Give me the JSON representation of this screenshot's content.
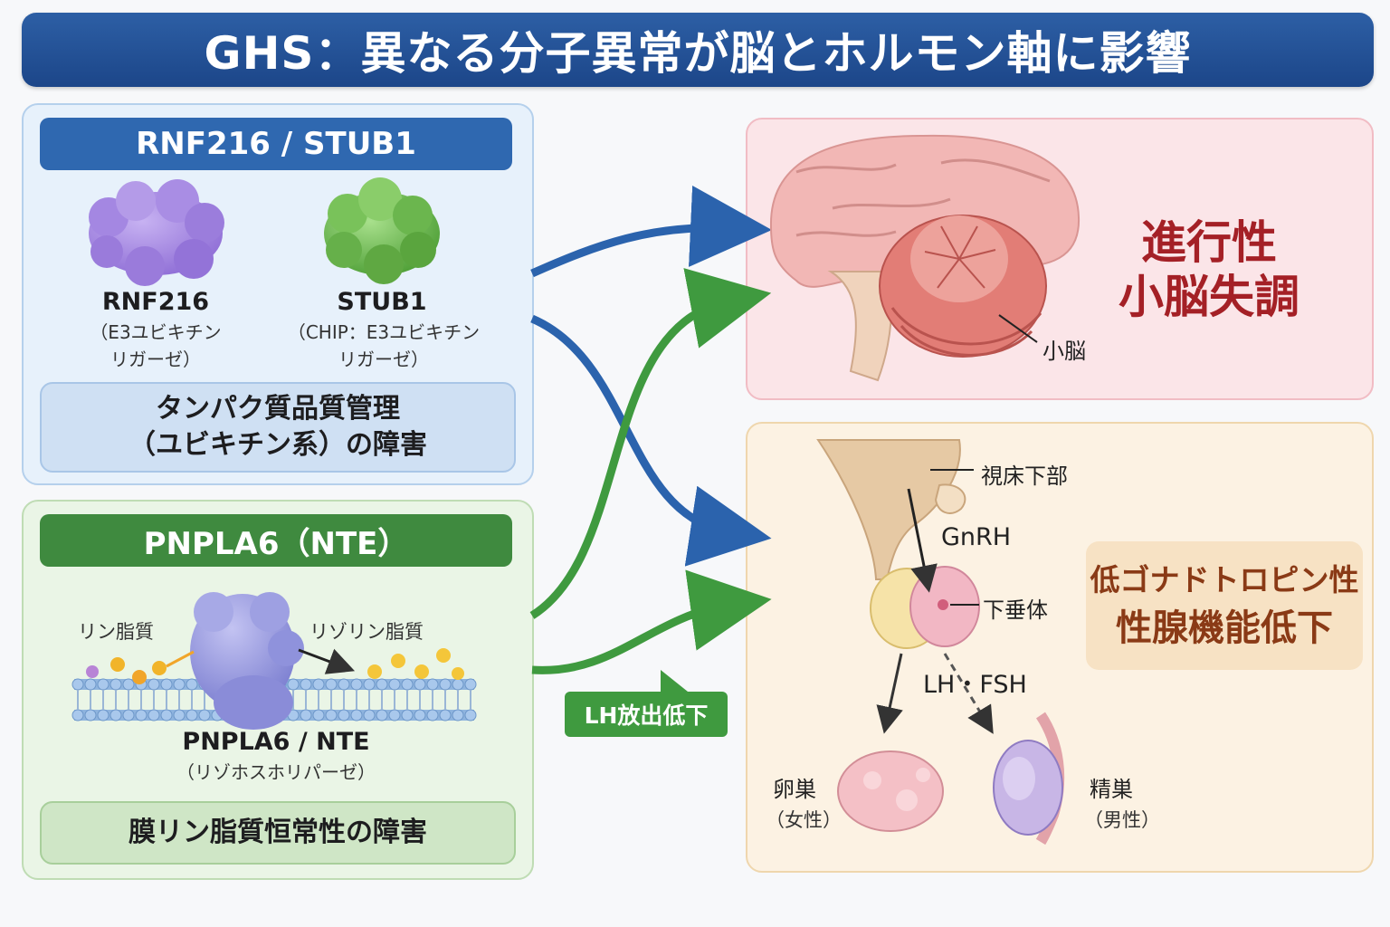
{
  "title": "GHS：異なる分子異常が脳とホルモン軸に影響",
  "ubiquitin_panel": {
    "header": "RNF216 / STUB1",
    "proteins": [
      {
        "name": "RNF216",
        "desc_line1": "（E3ユビキチン",
        "desc_line2": "リガーゼ）"
      },
      {
        "name": "STUB1",
        "desc_line1": "（CHIP：E3ユビキチン",
        "desc_line2": "リガーゼ）"
      }
    ],
    "defect_line1": "タンパク質品質管理",
    "defect_line2": "（ユビキチン系）の障害"
  },
  "pnpla6_panel": {
    "header": "PNPLA6（NTE）",
    "substrate_label": "リン脂質",
    "product_label": "リゾリン脂質",
    "protein_name": "PNPLA6 / NTE",
    "protein_desc": "（リゾホスホリパーゼ）",
    "defect": "膜リン脂質恒常性の障害"
  },
  "cerebellum_panel": {
    "organ_label": "小脳",
    "result_line1": "進行性",
    "result_line2": "小脳失調"
  },
  "hormone_panel": {
    "hypothalamus_label": "視床下部",
    "gnrh_label": "GnRH",
    "pituitary_label": "下垂体",
    "lh_fsh_label": "LH・FSH",
    "ovary_label": "卵巣",
    "ovary_sub": "（女性）",
    "testis_label": "精巣",
    "testis_sub": "（男性）",
    "result_line1": "低ゴナドトロピン性",
    "result_line2": "性腺機能低下"
  },
  "lh_badge": "LH放出低下",
  "colors": {
    "blue_arrow": "#2b63ad",
    "green_arrow": "#3f9a3f",
    "result_red": "#a42026",
    "result_brown": "#8a3a16"
  }
}
